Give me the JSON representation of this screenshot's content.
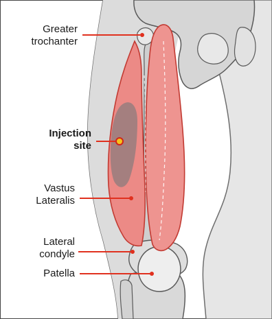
{
  "labels": {
    "greater_trochanter": {
      "line1": "Greater",
      "line2": "trochanter"
    },
    "injection_site": {
      "line1": "Injection",
      "line2": "site"
    },
    "vastus_lateralis": {
      "line1": "Vastus",
      "line2": "Lateralis"
    },
    "lateral_condyle": {
      "line1": "Lateral",
      "line2": "condyle"
    },
    "patella": {
      "line1": "Patella"
    }
  },
  "colors": {
    "background": "#ffffff",
    "bone_fill": "#d9d9d9",
    "bone_stroke": "#5a5a5a",
    "leg_fill": "#e4e4e4",
    "muscle_fill": "#ec8a86",
    "muscle_stroke": "#c23a32",
    "injection_zone": "#8c7b7c",
    "leader_line": "#e0301e",
    "dot_fill": "#f7c21b",
    "dot_stroke": "#d0261a"
  }
}
